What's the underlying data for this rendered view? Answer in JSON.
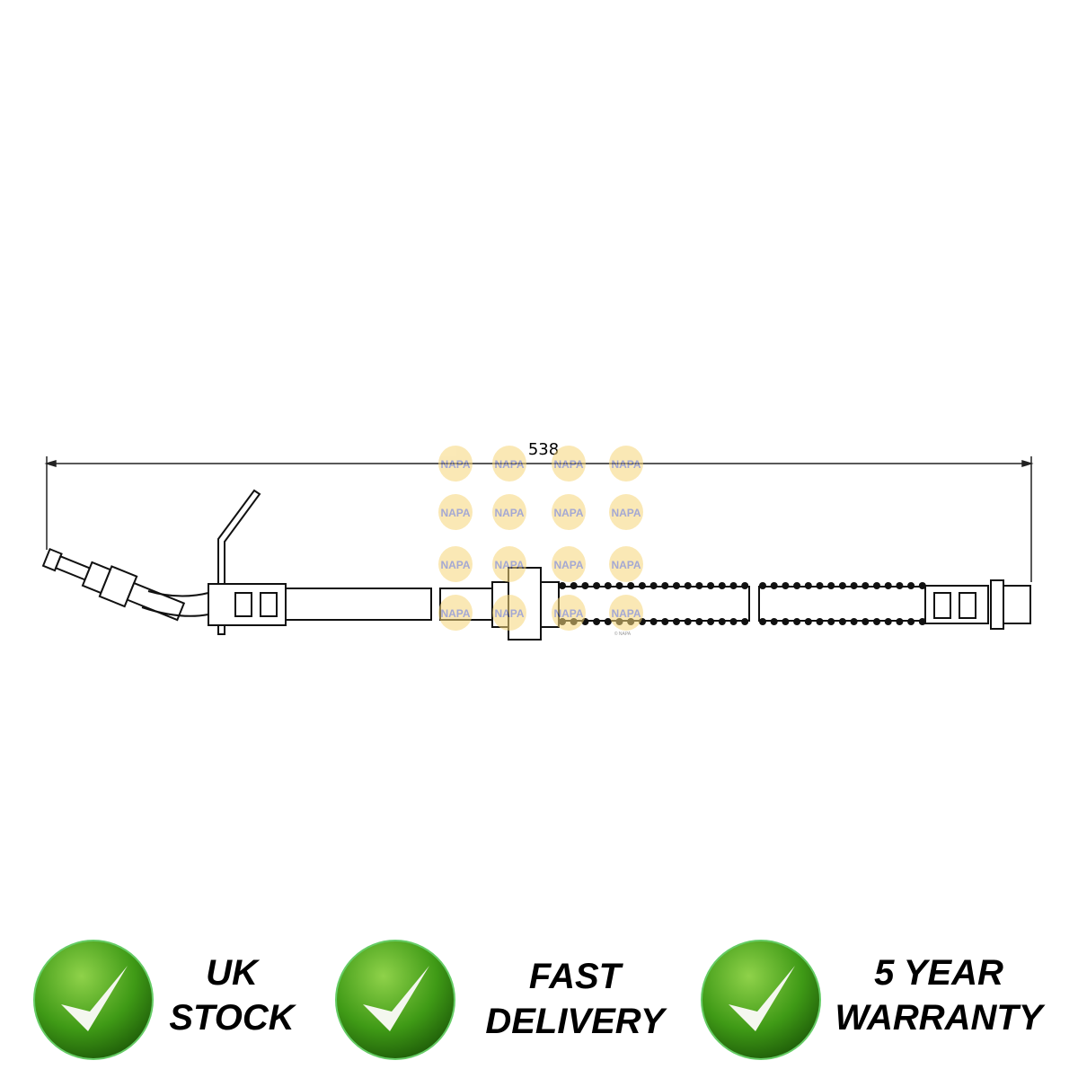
{
  "diagram": {
    "dimension_label": "538",
    "watermark_text": "NAPA",
    "watermark_caption": "© NAPA"
  },
  "badges": [
    {
      "icon": "green-check-icon",
      "line1": "UK",
      "line2": "STOCK"
    },
    {
      "icon": "green-check-icon",
      "line1": "FAST",
      "line2": "DELIVERY"
    },
    {
      "icon": "green-check-icon",
      "line1": "5 YEAR",
      "line2": "WARRANTY"
    }
  ],
  "colors": {
    "check_green": "#3f9a16",
    "watermark_yellow": "#f7d77a",
    "watermark_blue": "#5a62b0"
  }
}
